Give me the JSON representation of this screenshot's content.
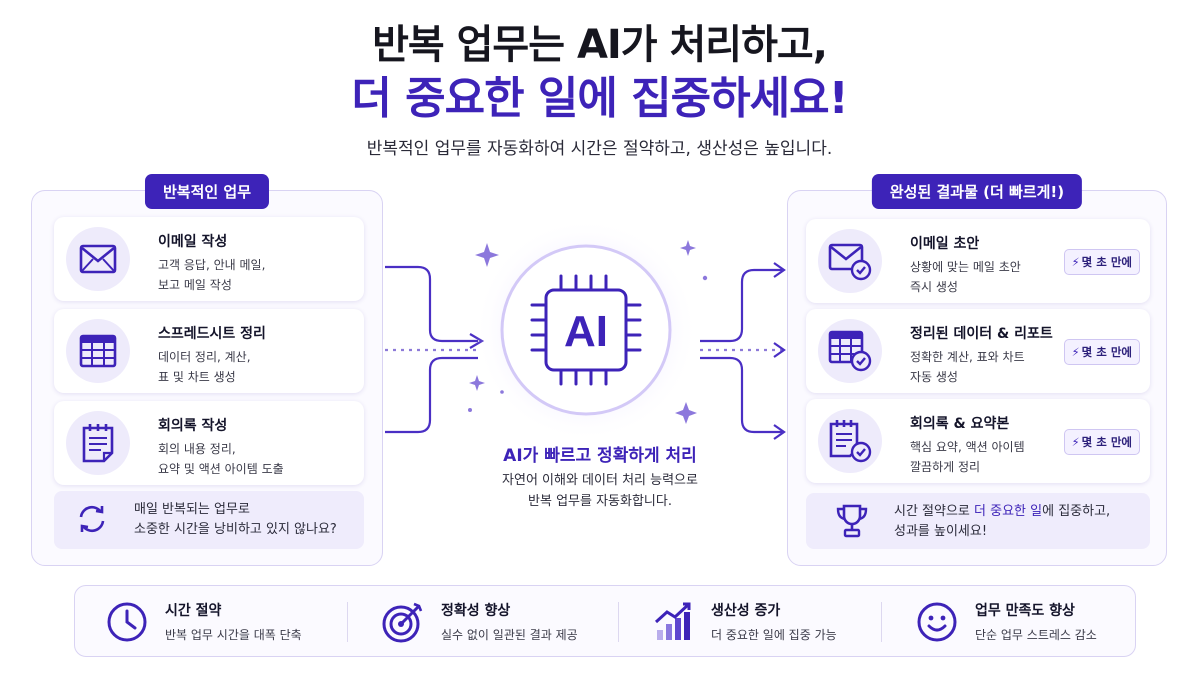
{
  "header": {
    "title_line1": "반복 업무는 AI가 처리하고,",
    "title_line2": "더 중요한 일에 집중하세요!",
    "subtitle": "반복적인 업무를 자동화하여 시간은 절약하고, 생산성은 높입니다."
  },
  "left_panel": {
    "label": "반복적인 업무",
    "cards": [
      {
        "icon": "envelope-icon",
        "title": "이메일 작성",
        "desc1": "고객 응답, 안내 메일,",
        "desc2": "보고 메일 작성"
      },
      {
        "icon": "spreadsheet-icon",
        "title": "스프레드시트 정리",
        "desc1": "데이터 정리, 계산,",
        "desc2": "표 및 차트 생성"
      },
      {
        "icon": "notepad-icon",
        "title": "회의록 작성",
        "desc1": "회의 내용 정리,",
        "desc2": "요약 및 액션 아이템 도출"
      }
    ],
    "note_line1": "매일 반복되는 업무로",
    "note_line2": "소중한 시간을 낭비하고 있지 않나요?"
  },
  "center": {
    "chip_label": "AI",
    "caption": "AI가 빠르고 정확하게 처리",
    "desc1": "자연어 이해와 데이터 처리 능력으로",
    "desc2": "반복 업무를 자동화합니다."
  },
  "right_panel": {
    "label": "완성된 결과물 (더 빠르게!)",
    "badge": "몇 초 만에",
    "cards": [
      {
        "icon": "envelope-check-icon",
        "title": "이메일 초안",
        "desc1": "상황에 맞는 메일 초안",
        "desc2": "즉시 생성"
      },
      {
        "icon": "spreadsheet-check-icon",
        "title": "정리된 데이터 & 리포트",
        "desc1": "정확한 계산, 표와 차트",
        "desc2": "자동 생성"
      },
      {
        "icon": "notepad-check-icon",
        "title": "회의록 & 요약본",
        "desc1": "핵심 요약, 액션 아이템",
        "desc2": "깔끔하게 정리"
      }
    ],
    "note_pre": "시간 절약으로 ",
    "note_highlight": "더 중요한 일",
    "note_post": "에 집중하고,",
    "note_line2": "성과를 높이세요!"
  },
  "benefits": [
    {
      "icon": "clock-icon",
      "title": "시간 절약",
      "desc": "반복 업무 시간을 대폭 단축"
    },
    {
      "icon": "target-icon",
      "title": "정확성 향상",
      "desc": "실수 없이 일관된 결과 제공"
    },
    {
      "icon": "growth-chart-icon",
      "title": "생산성 증가",
      "desc": "더 중요한 일에 집중 가능"
    },
    {
      "icon": "smile-icon",
      "title": "업무 만족도 향상",
      "desc": "단순 업무 스트레스 감소"
    }
  ],
  "colors": {
    "accent": "#3d23b8",
    "soft": "#eeebfb",
    "border": "#d9d3f3"
  }
}
